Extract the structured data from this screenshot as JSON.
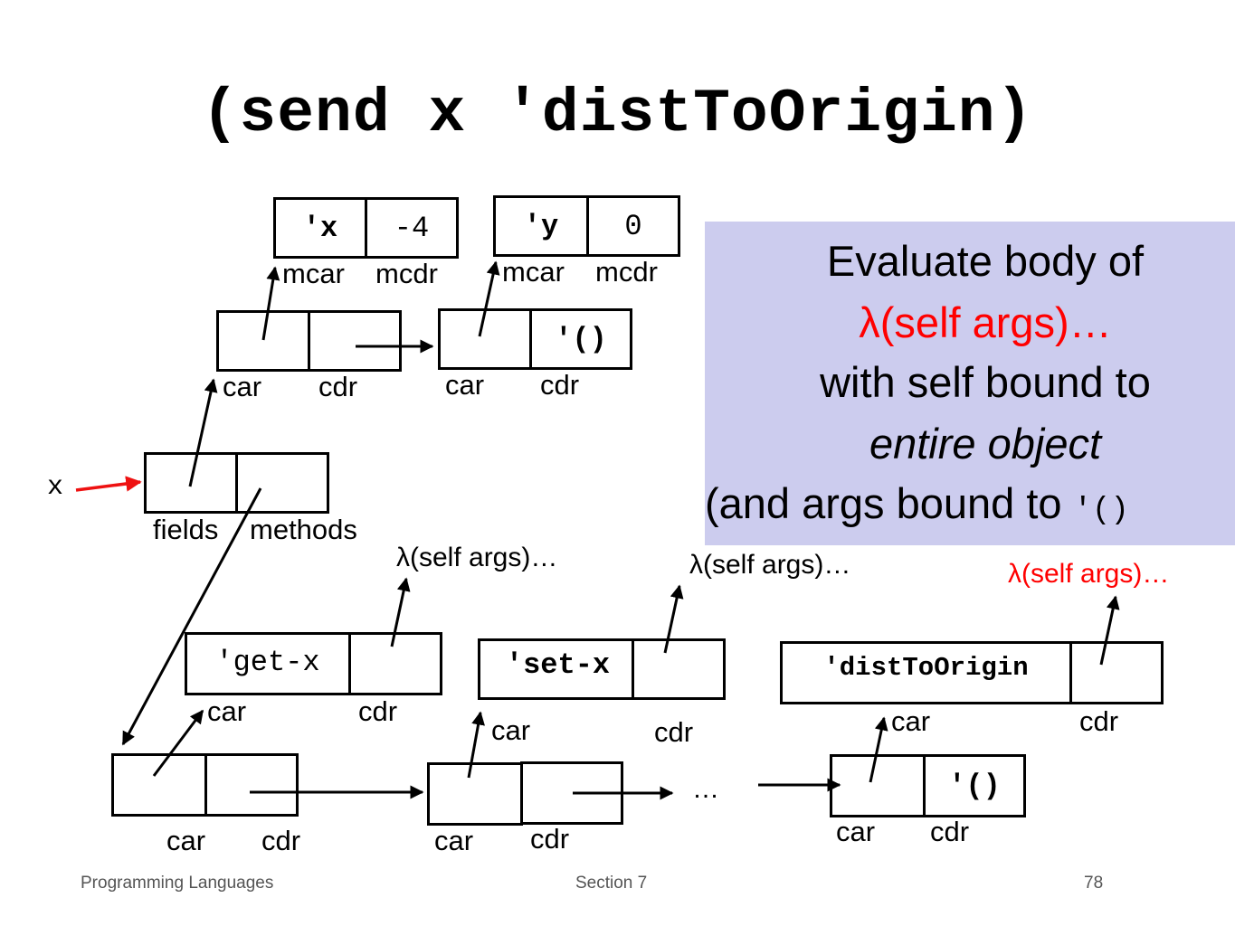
{
  "title": "(send x 'distToOrigin)",
  "callout": {
    "line1": "Evaluate body of",
    "line2": "λ(self args)…",
    "line3": "with self bound to",
    "line4": "entire object",
    "line5_prefix": "(and args bound to ",
    "line5_code": "'()",
    "bg": "#ccccee",
    "highlight_color": "#ff0000"
  },
  "fields": {
    "x_pair": {
      "car": "'x",
      "cdr": "-4",
      "car_label": "mcar",
      "cdr_label": "mcdr"
    },
    "y_pair": {
      "car": "'y",
      "cdr": "0",
      "car_label": "mcar",
      "cdr_label": "mcdr"
    },
    "list_cell1": {
      "car_label": "car",
      "cdr_label": "cdr"
    },
    "list_cell2": {
      "cdr": "'()",
      "car_label": "car",
      "cdr_label": "cdr"
    }
  },
  "object": {
    "var": "x",
    "fields_label": "fields",
    "methods_label": "methods"
  },
  "methods": {
    "get_x": {
      "name": "'get-x",
      "lambda": "λ(self args)…",
      "car_label": "car",
      "cdr_label": "cdr"
    },
    "set_x": {
      "name": "'set-x",
      "lambda": "λ(self args)…",
      "car_label": "car",
      "cdr_label": "cdr"
    },
    "dist": {
      "name": "'distToOrigin",
      "lambda": "λ(self args)…",
      "car_label": "car",
      "cdr_label": "cdr"
    }
  },
  "method_list": {
    "cell1": {
      "car_label": "car",
      "cdr_label": "cdr"
    },
    "cell2": {
      "car_label": "car",
      "cdr_label": "cdr"
    },
    "ellipsis": "…",
    "cell3": {
      "cdr": "'()",
      "car_label": "car",
      "cdr_label": "cdr"
    }
  },
  "footer": {
    "left": "Programming Languages",
    "center": "Section 7",
    "right": "78"
  }
}
